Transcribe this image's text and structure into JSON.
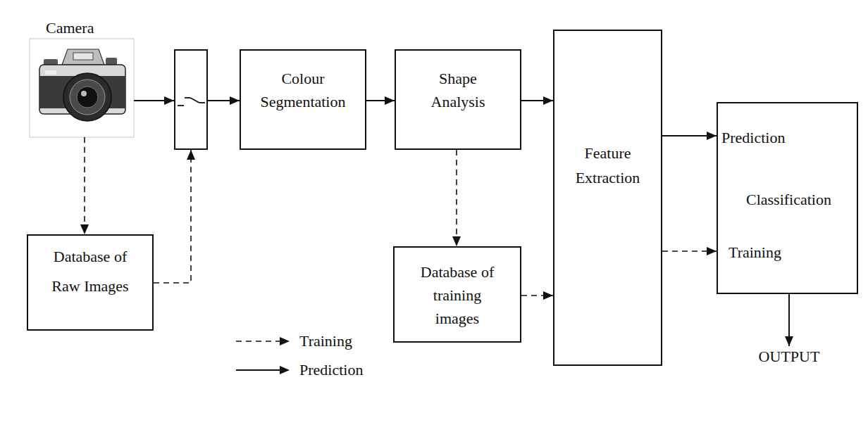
{
  "diagram": {
    "nodes": [
      {
        "text": [
          "Camera"
        ]
      },
      {
        "text": []
      },
      {
        "text": [
          "Colour Segmentation"
        ]
      },
      {
        "text": [
          "Shape Analysis"
        ]
      },
      {
        "text": [
          "Feature Extraction"
        ]
      },
      {
        "text": [
          "Prediction",
          "Classification",
          "Training"
        ]
      },
      {
        "text": [
          "Database of Raw Images"
        ]
      },
      {
        "text": [
          "Database of training images"
        ]
      }
    ],
    "edges": [
      {
        "from": 0,
        "to": 1,
        "arrow": "to"
      },
      {
        "from": 1,
        "to": 2,
        "arrow": "to"
      },
      {
        "from": 2,
        "to": 3,
        "arrow": "to"
      },
      {
        "from": 3,
        "to": 4,
        "arrow": "to"
      },
      {
        "from": 4,
        "to": 5,
        "arrow": "to"
      },
      {
        "from": 0,
        "to": 6,
        "arrow": "to"
      },
      {
        "from": 6,
        "to": 1,
        "arrow": "to"
      },
      {
        "from": 3,
        "to": 7,
        "arrow": "to"
      },
      {
        "from": 7,
        "to": 4,
        "arrow": "to"
      },
      {
        "from": 4,
        "to": 5,
        "arrow": "to"
      }
    ],
    "labels": [
      "OUTPUT"
    ],
    "legend": [
      {
        "text": "Training"
      },
      {
        "text": "Prediction"
      }
    ]
  }
}
